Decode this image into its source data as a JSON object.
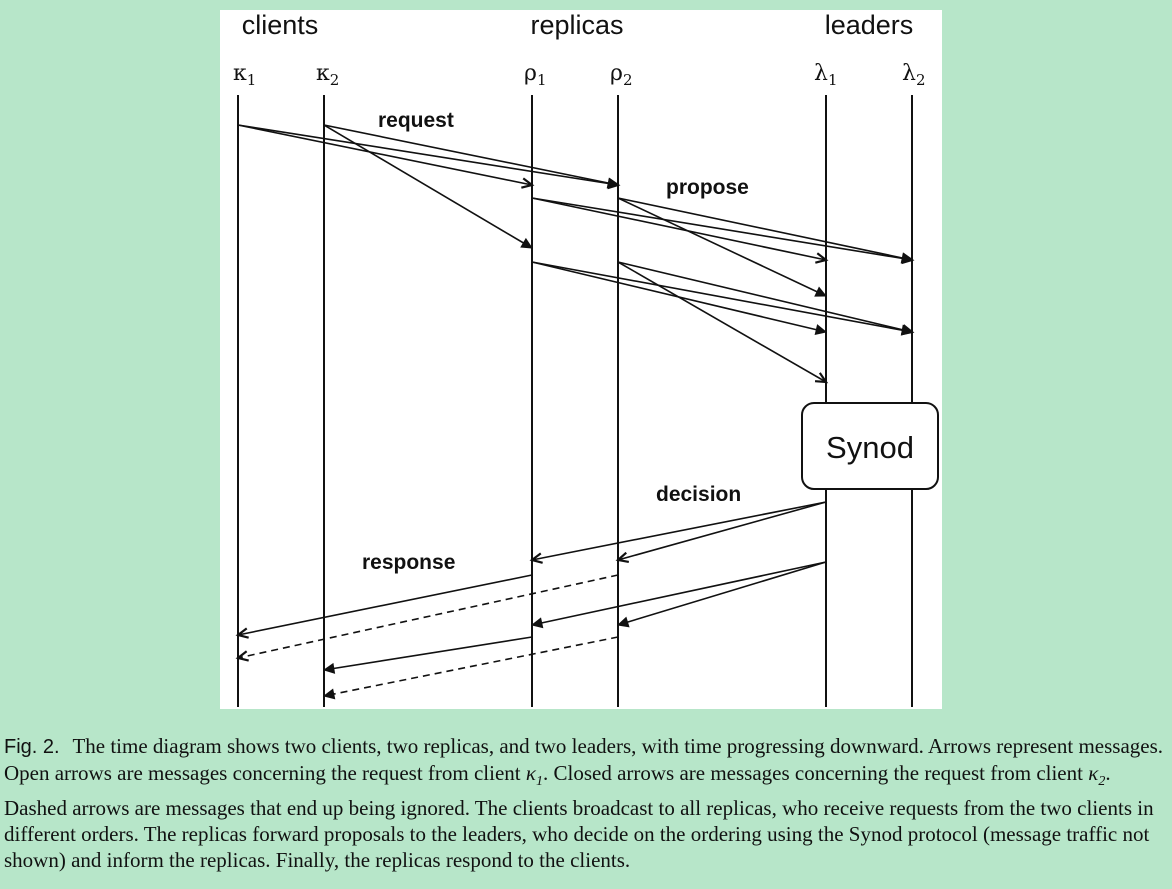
{
  "groups": [
    "clients",
    "replicas",
    "leaders"
  ],
  "processes": [
    {
      "id": "k1",
      "symbol": "κ",
      "sub": "1"
    },
    {
      "id": "k2",
      "symbol": "κ",
      "sub": "2"
    },
    {
      "id": "r1",
      "symbol": "ρ",
      "sub": "1"
    },
    {
      "id": "r2",
      "symbol": "ρ",
      "sub": "2"
    },
    {
      "id": "l1",
      "symbol": "λ",
      "sub": "1"
    },
    {
      "id": "l2",
      "symbol": "λ",
      "sub": "2"
    }
  ],
  "message_labels": {
    "request": "request",
    "propose": "propose",
    "decision": "decision",
    "response": "response"
  },
  "synod_label": "Synod",
  "messages": [
    {
      "from": "k1",
      "to": "r1",
      "phase": "request",
      "head": "open",
      "dashed": false
    },
    {
      "from": "k1",
      "to": "r2",
      "phase": "request",
      "head": "open",
      "dashed": false
    },
    {
      "from": "k2",
      "to": "r2",
      "phase": "request",
      "head": "closed",
      "dashed": false
    },
    {
      "from": "k2",
      "to": "r1",
      "phase": "request",
      "head": "closed",
      "dashed": false
    },
    {
      "from": "r1",
      "to": "l1",
      "phase": "propose",
      "head": "open",
      "dashed": false
    },
    {
      "from": "r1",
      "to": "l2",
      "phase": "propose",
      "head": "open",
      "dashed": false
    },
    {
      "from": "r2",
      "to": "l2",
      "phase": "propose",
      "head": "closed",
      "dashed": false
    },
    {
      "from": "r2",
      "to": "l1",
      "phase": "propose",
      "head": "closed",
      "dashed": false
    },
    {
      "from": "r1",
      "to": "l1",
      "phase": "propose",
      "head": "closed",
      "dashed": false
    },
    {
      "from": "r1",
      "to": "l2",
      "phase": "propose",
      "head": "closed",
      "dashed": false
    },
    {
      "from": "r2",
      "to": "l2",
      "phase": "propose",
      "head": "open",
      "dashed": false
    },
    {
      "from": "r2",
      "to": "l1",
      "phase": "propose",
      "head": "open",
      "dashed": false
    },
    {
      "from": "l1",
      "to": "r1",
      "phase": "decision",
      "head": "open",
      "dashed": false
    },
    {
      "from": "l1",
      "to": "r2",
      "phase": "decision",
      "head": "open",
      "dashed": false
    },
    {
      "from": "l1",
      "to": "r1",
      "phase": "decision",
      "head": "closed",
      "dashed": false
    },
    {
      "from": "l1",
      "to": "r2",
      "phase": "decision",
      "head": "closed",
      "dashed": false
    },
    {
      "from": "r1",
      "to": "k1",
      "phase": "response",
      "head": "open",
      "dashed": false
    },
    {
      "from": "r2",
      "to": "k1",
      "phase": "response",
      "head": "open",
      "dashed": true
    },
    {
      "from": "r1",
      "to": "k2",
      "phase": "response",
      "head": "closed",
      "dashed": false
    },
    {
      "from": "r2",
      "to": "k2",
      "phase": "response",
      "head": "closed",
      "dashed": true
    }
  ],
  "caption": {
    "fig_num": "Fig. 2.",
    "p1": "The time diagram shows two clients, two replicas, and two leaders, with time progressing downward. Arrows represent messages. Open arrows are messages concerning the request from client ",
    "m1_sym": "κ",
    "m1_sub": "1",
    "p2": ". Closed arrows are messages concerning the request from client ",
    "m2_sym": "κ",
    "m2_sub": "2",
    "p3": ". Dashed arrows are messages that end up being ignored. The clients broadcast to all replicas, who receive requests from the two clients in different orders. The replicas forward proposals to the leaders, who decide on the ordering using the Synod protocol (message traffic not shown) and inform the replicas. Finally, the replicas respond to the clients."
  }
}
